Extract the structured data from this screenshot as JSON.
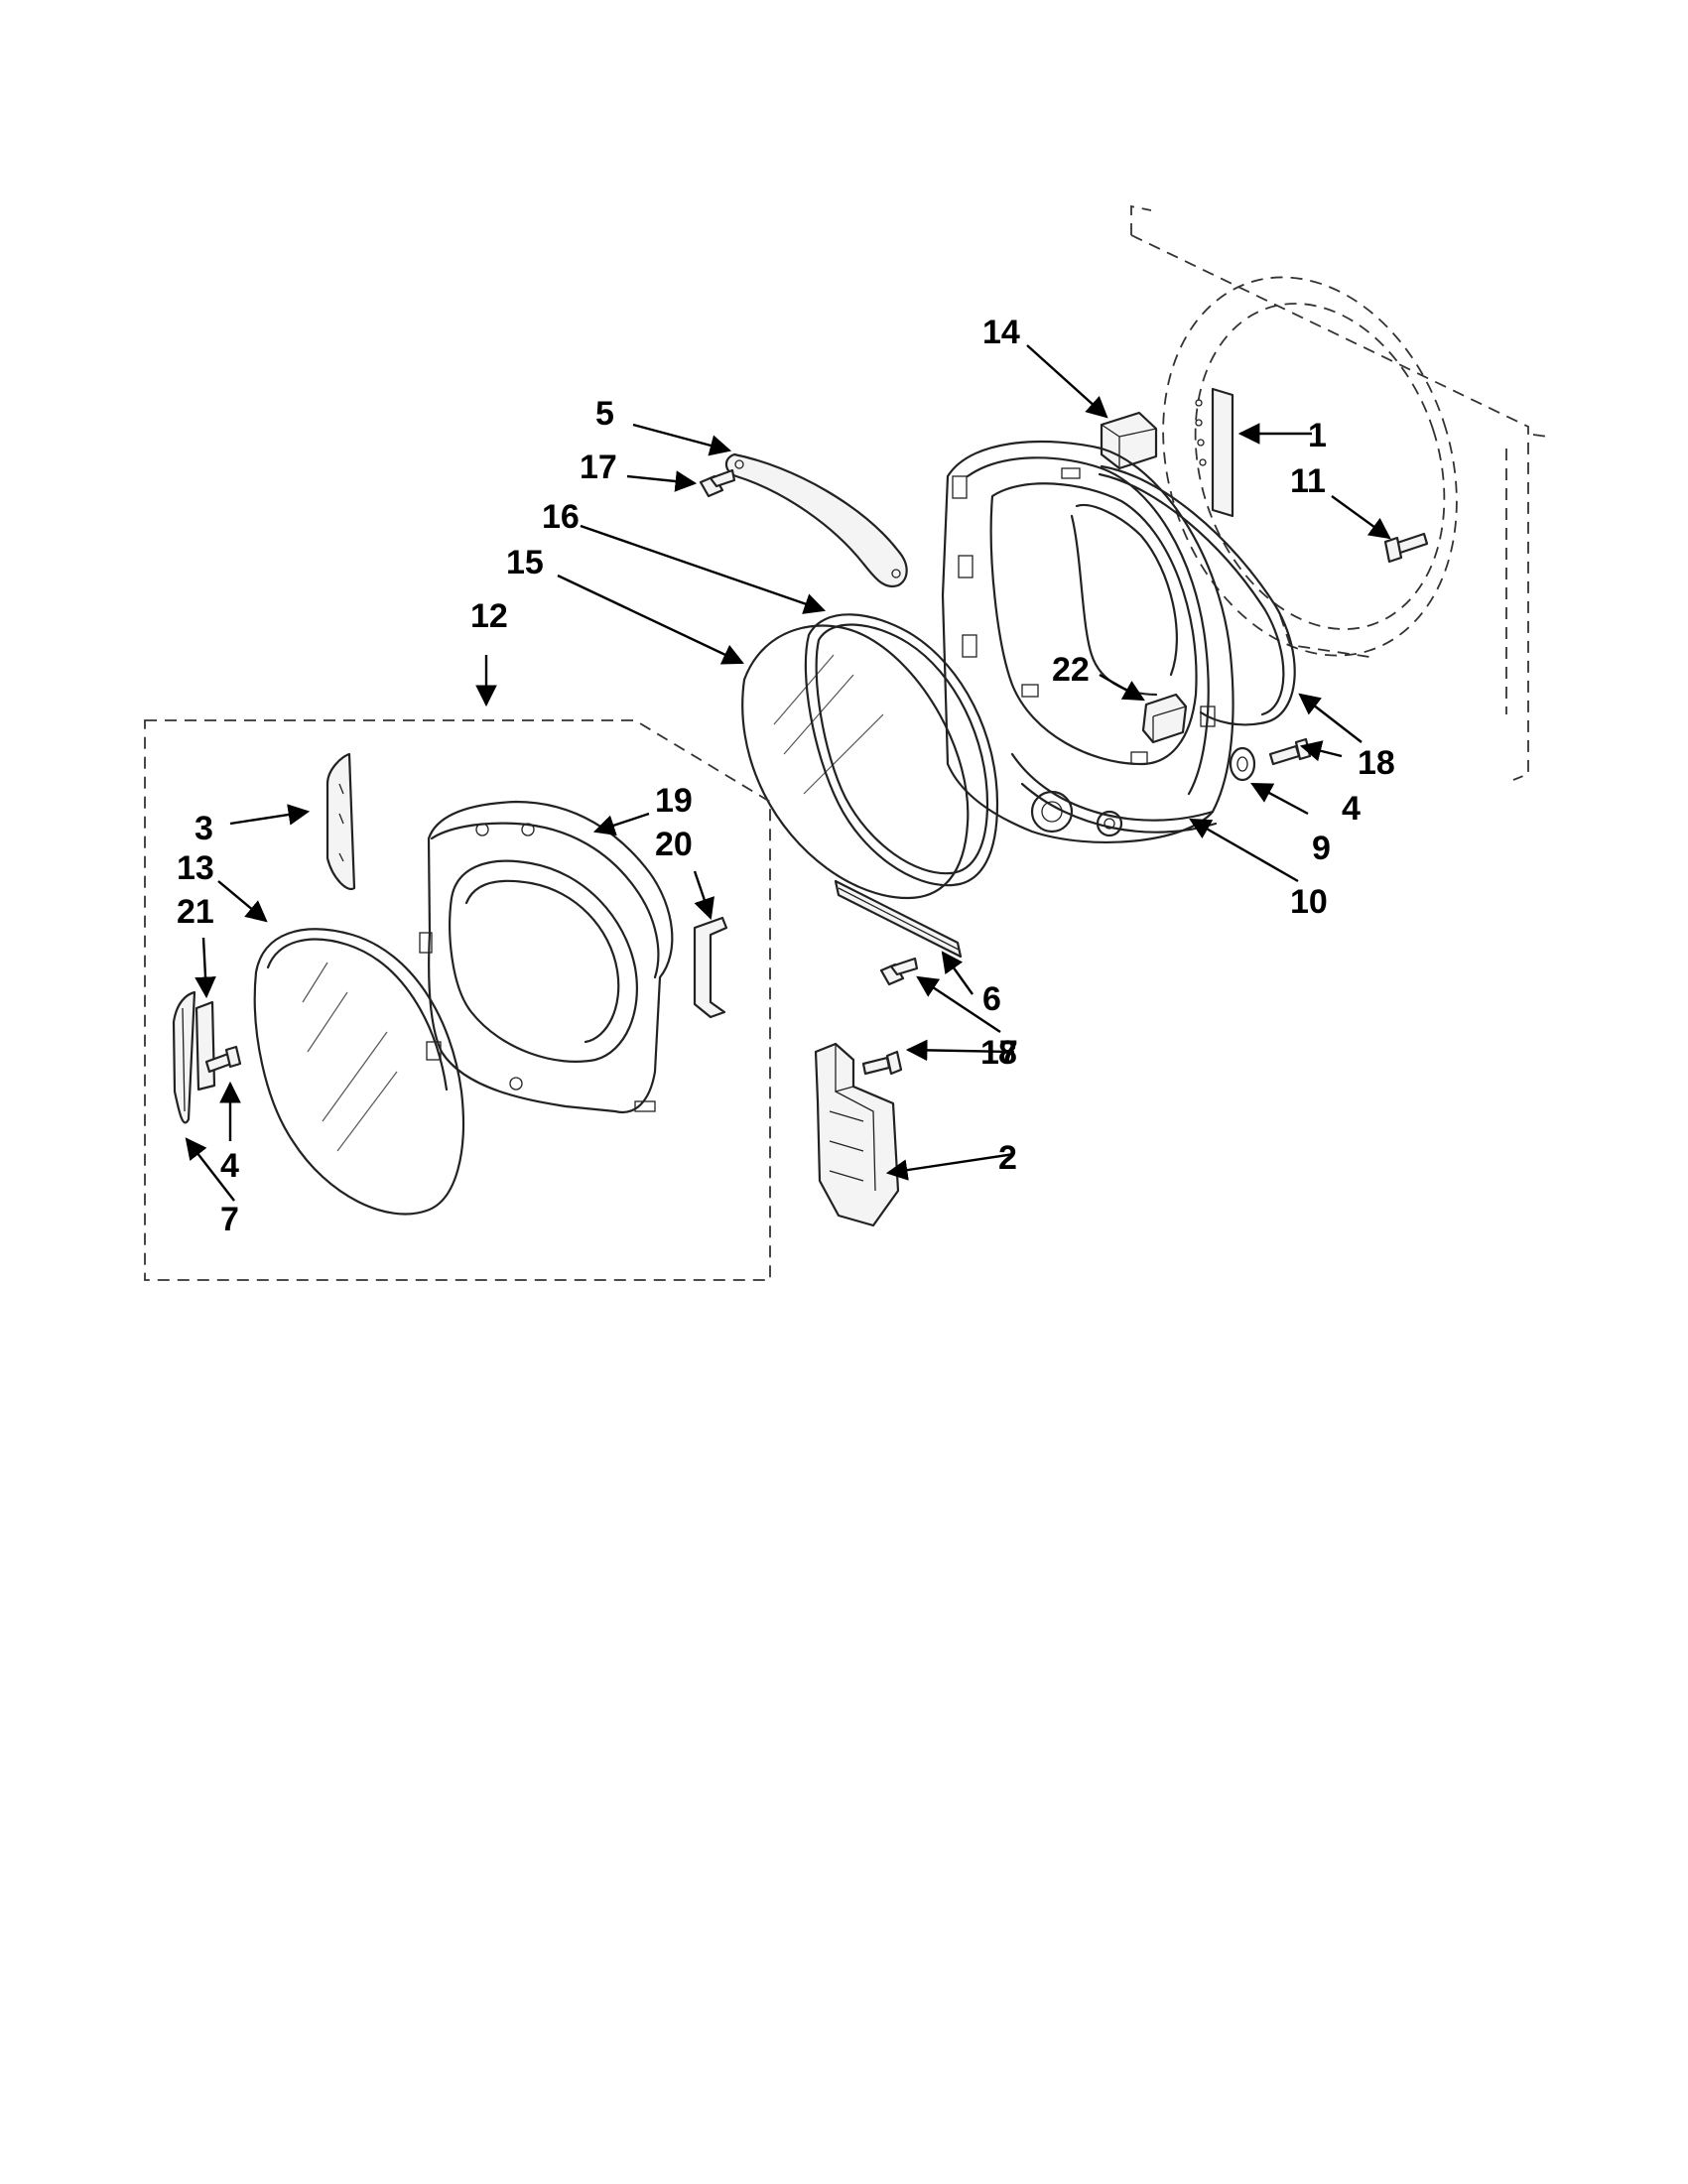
{
  "callouts": {
    "c1": "1",
    "c2": "2",
    "c3": "3",
    "c4a": "4",
    "c4b": "4",
    "c5": "5",
    "c6": "6",
    "c7": "7",
    "c8": "8",
    "c9": "9",
    "c10": "10",
    "c11": "11",
    "c12": "12",
    "c13": "13",
    "c14": "14",
    "c15": "15",
    "c16": "16",
    "c17a": "17",
    "c17b": "17",
    "c18": "18",
    "c19": "19",
    "c20": "20",
    "c21": "21",
    "c22": "22"
  },
  "colors": {
    "line": "#222222",
    "background": "#ffffff"
  }
}
